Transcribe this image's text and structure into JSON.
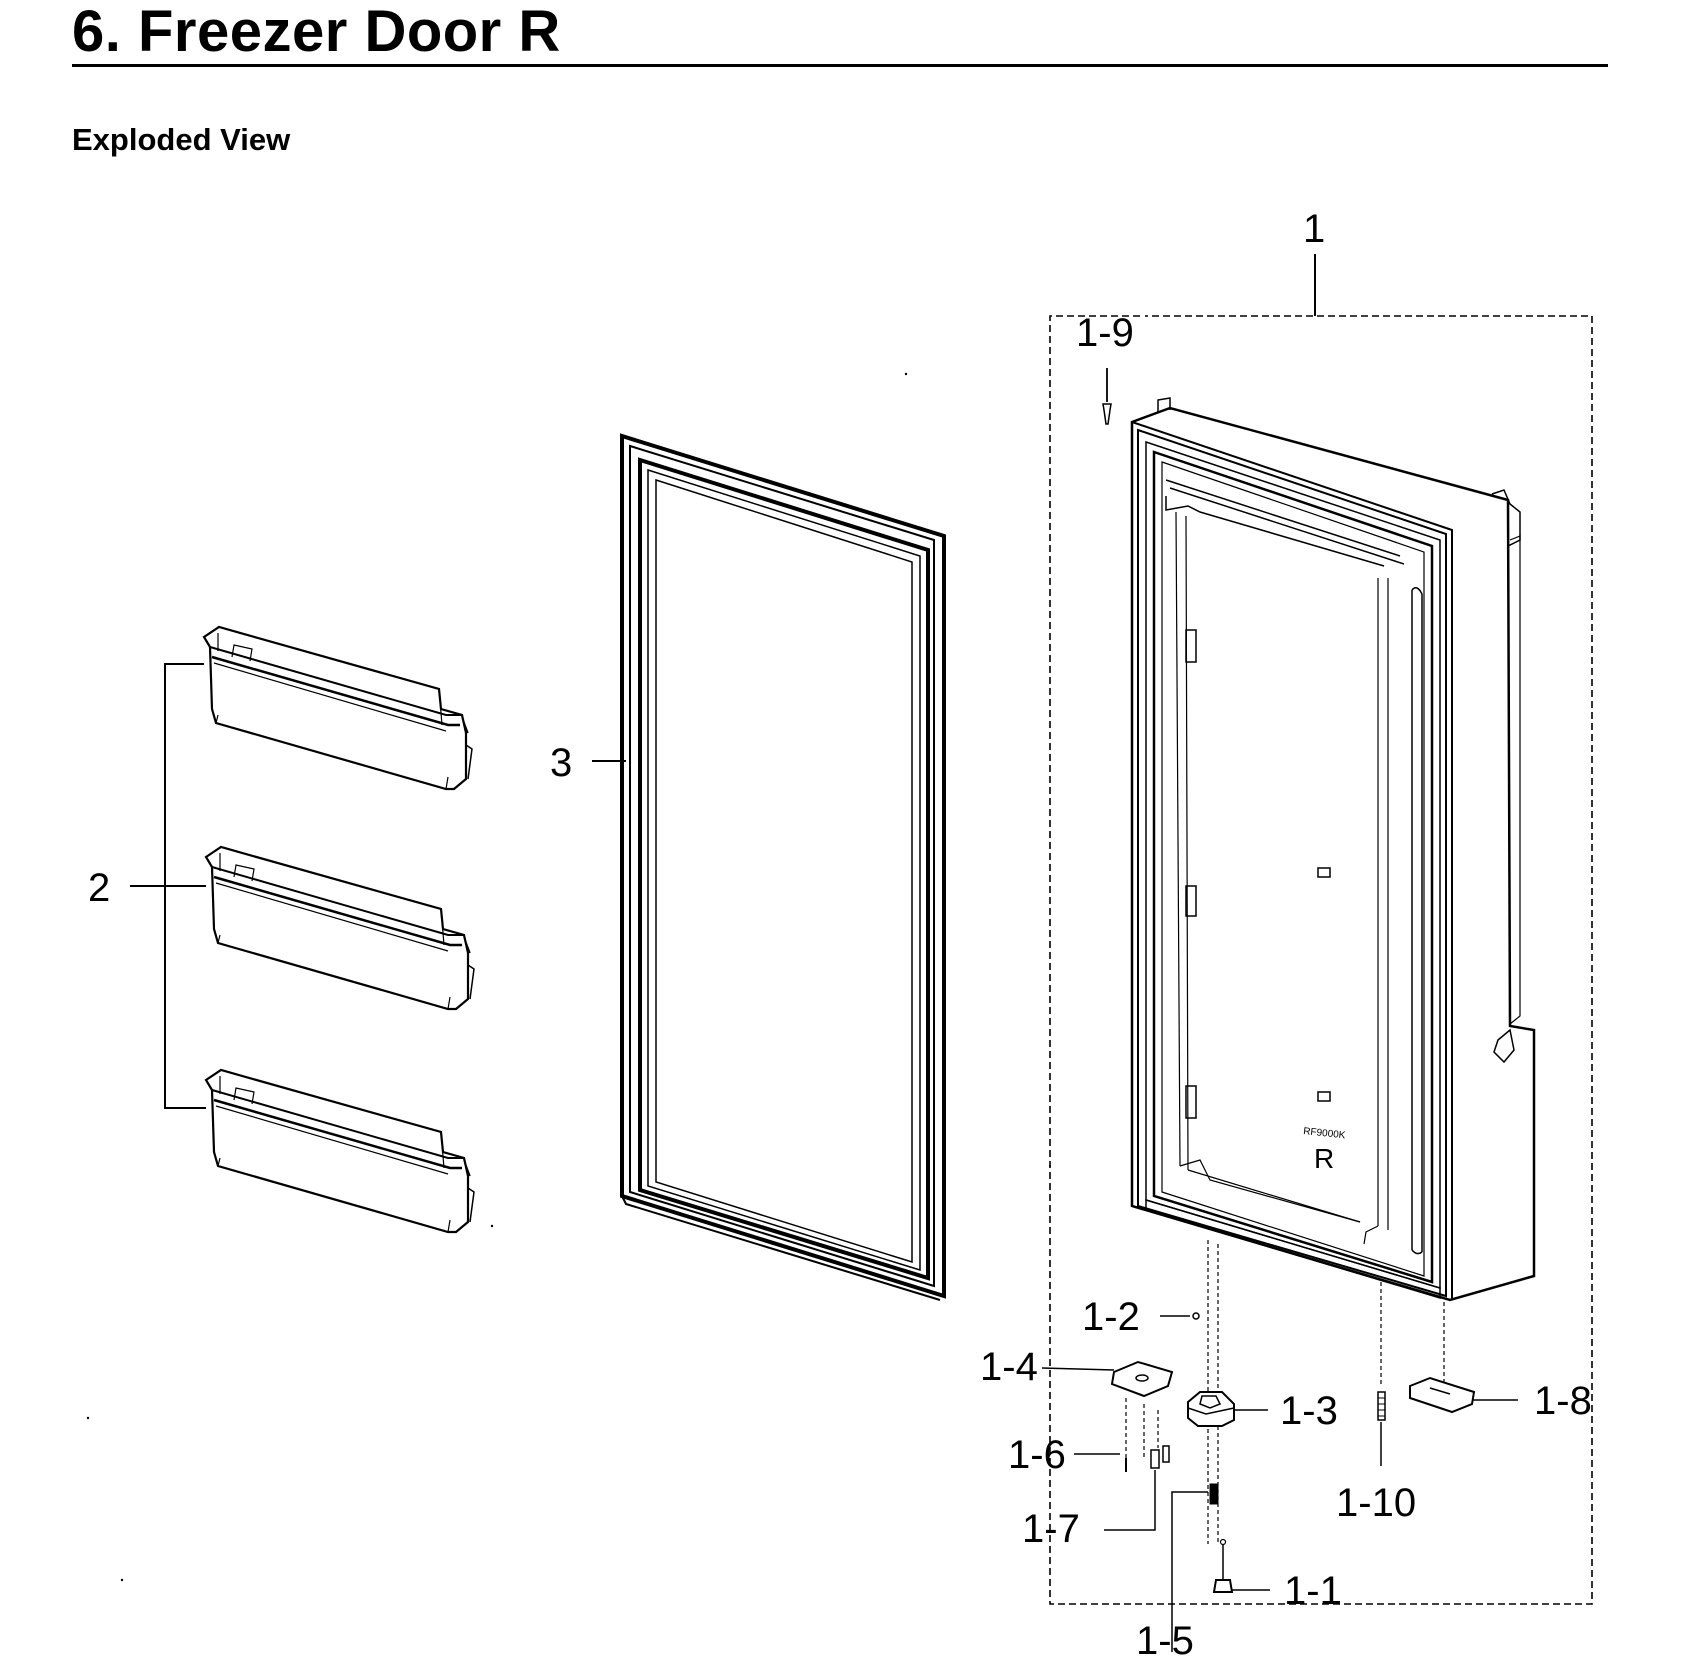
{
  "header": {
    "title": "6.  Freezer Door R",
    "section": "Exploded View"
  },
  "callouts": {
    "c1": "1",
    "c1_9": "1-9",
    "c3": "3",
    "c2": "2",
    "c1_2": "1-2",
    "c1_4": "1-4",
    "c1_3": "1-3",
    "c1_8": "1-8",
    "c1_6": "1-6",
    "c1_7": "1-7",
    "c1_10": "1-10",
    "c1_1": "1-1",
    "c1_5": "1-5"
  },
  "door_markings": {
    "model": "RF9000K",
    "side": "R"
  }
}
